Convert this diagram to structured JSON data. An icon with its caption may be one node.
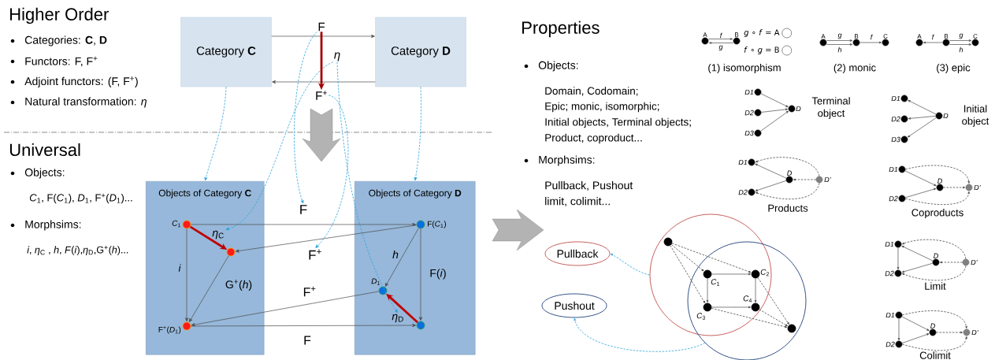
{
  "diagram": {
    "nodes": [
      {
        "text": [
          "Category **C**"
        ]
      },
      {
        "text": [
          "Category **D**"
        ]
      },
      {
        "text": [
          "F"
        ]
      },
      {
        "text": [
          "η"
        ]
      },
      {
        "text": [
          "F$^{+}$"
        ]
      },
      {
        "text": [
          "Objects of Category **C**"
        ]
      },
      {
        "text": [
          "Objects of Category **D**"
        ]
      },
      {
        "text": [],
        "shape": "circle",
        "in": 5,
        "beside": [
          "*C*$_{1}$"
        ]
      },
      {
        "text": [],
        "shape": "circle",
        "in": 5
      },
      {
        "text": [],
        "shape": "circle",
        "in": 5,
        "beside": [
          "F$^{+}$(*D*$_{1}$)"
        ]
      },
      {
        "text": [],
        "shape": "circle",
        "in": 6,
        "beside": [
          "F(*C*$_{1}$)"
        ]
      },
      {
        "text": [],
        "shape": "circle",
        "in": 6,
        "beside": [
          "*D*$_{1}$"
        ]
      },
      {
        "text": [],
        "shape": "circle",
        "in": 6
      },
      {
        "text": [
          "F"
        ]
      },
      {
        "text": [
          "F$^{+}$"
        ]
      },
      {
        "text": [
          "*η*$_{C}$"
        ],
        "in": 5
      },
      {
        "text": [
          "*η*$_{D}$"
        ],
        "in": 6
      },
      {
        "text": [],
        "shape": "circle",
        "beside": [
          "A"
        ]
      },
      {
        "text": [],
        "shape": "circle",
        "beside": [
          "B"
        ]
      },
      {
        "text": [],
        "shape": "circle",
        "beside": [
          "A"
        ]
      },
      {
        "text": [],
        "shape": "circle",
        "beside": [
          "B"
        ]
      },
      {
        "text": [],
        "shape": "circle",
        "beside": [
          "C"
        ]
      },
      {
        "text": [],
        "shape": "circle",
        "beside": [
          "A"
        ]
      },
      {
        "text": [],
        "shape": "circle",
        "beside": [
          "B"
        ]
      },
      {
        "text": [],
        "shape": "circle",
        "beside": [
          "C"
        ]
      },
      {
        "text": [],
        "shape": "circle",
        "beside": [
          "D1"
        ]
      },
      {
        "text": [],
        "shape": "circle",
        "beside": [
          "D2"
        ]
      },
      {
        "text": [],
        "shape": "circle",
        "beside": [
          "D3"
        ]
      },
      {
        "text": [],
        "shape": "circle",
        "beside": [
          "D"
        ]
      },
      {
        "text": [],
        "shape": "circle",
        "beside": [
          "D1"
        ]
      },
      {
        "text": [],
        "shape": "circle",
        "beside": [
          "D2"
        ]
      },
      {
        "text": [],
        "shape": "circle",
        "beside": [
          "D3"
        ]
      },
      {
        "text": [],
        "shape": "circle",
        "beside": [
          "D"
        ]
      },
      {
        "text": [],
        "shape": "circle",
        "beside": [
          "D1"
        ]
      },
      {
        "text": [],
        "shape": "circle",
        "beside": [
          "D2"
        ]
      },
      {
        "text": [],
        "shape": "circle",
        "beside": [
          "D"
        ]
      },
      {
        "text": [],
        "shape": "circle",
        "beside": [
          "D’"
        ]
      },
      {
        "text": [],
        "shape": "circle",
        "beside": [
          "D1"
        ]
      },
      {
        "text": [],
        "shape": "circle",
        "beside": [
          "D2"
        ]
      },
      {
        "text": [],
        "shape": "circle",
        "beside": [
          "D"
        ]
      },
      {
        "text": [],
        "shape": "circle",
        "beside": [
          "D’"
        ]
      },
      {
        "text": [],
        "shape": "circle",
        "beside": [
          "D1"
        ]
      },
      {
        "text": [],
        "shape": "circle",
        "beside": [
          "D2"
        ]
      },
      {
        "text": [],
        "shape": "circle",
        "beside": [
          "D"
        ]
      },
      {
        "text": [],
        "shape": "circle",
        "beside": [
          "D’"
        ]
      },
      {
        "text": [],
        "shape": "circle",
        "beside": [
          "D1"
        ]
      },
      {
        "text": [],
        "shape": "circle",
        "beside": [
          "D2"
        ]
      },
      {
        "text": [],
        "shape": "circle",
        "beside": [
          "D"
        ]
      },
      {
        "text": [],
        "shape": "circle",
        "beside": [
          "D’"
        ]
      },
      {
        "text": [],
        "shape": "circle"
      },
      {
        "text": [],
        "shape": "circle"
      },
      {
        "text": [],
        "shape": "circle",
        "in": 49
      },
      {
        "text": [],
        "shape": "circle",
        "beside": [
          "*C*$_{1}$"
        ]
      },
      {
        "text": [],
        "shape": "circle",
        "beside": [
          "*C*$_{2}$"
        ]
      },
      {
        "text": [],
        "shape": "circle",
        "beside": [
          "*C*$_{3}$"
        ]
      },
      {
        "text": [],
        "shape": "circle",
        "beside": [
          "*C*$_{4}$"
        ]
      },
      {
        "text": [],
        "shape": "circle",
        "in": 50
      },
      {
        "text": [
          "Pullback"
        ]
      },
      {
        "text": [
          "Pushout"
        ]
      }
    ],
    "edges": [
      {
        "from": 0,
        "to": 1,
        "arrow": "to"
      },
      {
        "from": 1,
        "to": 0,
        "arrow": "to"
      },
      {
        "from": 0,
        "to": 5,
        "arrow": "to",
        "style": "dashed",
        "color": "#29a3dc"
      },
      {
        "from": 1,
        "to": 6,
        "arrow": "to",
        "style": "dashed",
        "color": "#29a3dc"
      },
      {
        "from": 2,
        "to": 13,
        "arrow": "to",
        "style": "dashed",
        "color": "#29a3dc"
      },
      {
        "from": 3,
        "to": 15,
        "arrow": "to",
        "style": "dashed",
        "color": "#29a3dc"
      },
      {
        "from": 4,
        "to": 14,
        "arrow": "to",
        "style": "dashed",
        "color": "#29a3dc"
      },
      {
        "from": 3,
        "to": 16,
        "arrow": "to",
        "style": "dashed",
        "color": "#29a3dc"
      },
      {
        "from": 7,
        "to": 10,
        "arrow": "to"
      },
      {
        "from": 10,
        "to": 8,
        "arrow": "to"
      },
      {
        "from": 7,
        "to": 9,
        "arrow": "to",
        "label": "i"
      },
      {
        "from": 7,
        "to": 8,
        "arrow": "to",
        "style": "thick",
        "color": "#c00000"
      },
      {
        "from": 8,
        "to": 9,
        "arrow": "to",
        "label": "G$^{+}$(*h*)"
      },
      {
        "from": 11,
        "to": 9,
        "arrow": "to",
        "label": "F$^{+}$"
      },
      {
        "from": 9,
        "to": 12,
        "arrow": "to",
        "label": "F"
      },
      {
        "from": 10,
        "to": 11,
        "arrow": "to",
        "label": "h"
      },
      {
        "from": 10,
        "to": 12,
        "arrow": "to",
        "label": "F(*i*)"
      },
      {
        "from": 12,
        "to": 11,
        "arrow": "to",
        "style": "thick",
        "color": "#c00000"
      },
      {
        "from": 17,
        "to": 18,
        "arrow": "to",
        "label": "f"
      },
      {
        "from": 18,
        "to": 17,
        "arrow": "to",
        "label": "g"
      },
      {
        "from": 19,
        "to": 20,
        "arrow": "to",
        "label": "g"
      },
      {
        "from": 19,
        "to": 20,
        "arrow": "to",
        "label": "h"
      },
      {
        "from": 20,
        "to": 21,
        "arrow": "to",
        "label": "f"
      },
      {
        "from": 23,
        "to": 22,
        "arrow": "to",
        "label": "f"
      },
      {
        "from": 23,
        "to": 24,
        "arrow": "to",
        "label": "g"
      },
      {
        "from": 23,
        "to": 24,
        "arrow": "to",
        "label": "h"
      },
      {
        "from": 25,
        "to": 28,
        "arrow": "to"
      },
      {
        "from": 26,
        "to": 28,
        "arrow": "to"
      },
      {
        "from": 27,
        "to": 28,
        "arrow": "to"
      },
      {
        "from": 32,
        "to": 29,
        "arrow": "to"
      },
      {
        "from": 32,
        "to": 30,
        "arrow": "to"
      },
      {
        "from": 32,
        "to": 31,
        "arrow": "to"
      },
      {
        "from": 35,
        "to": 33,
        "arrow": "to"
      },
      {
        "from": 35,
        "to": 34,
        "arrow": "to"
      },
      {
        "from": 36,
        "to": 35,
        "arrow": "to",
        "style": "dashed"
      },
      {
        "from": 36,
        "to": 33,
        "arrow": "to",
        "style": "dashed"
      },
      {
        "from": 36,
        "to": 34,
        "arrow": "to",
        "style": "dashed"
      },
      {
        "from": 37,
        "to": 39,
        "arrow": "to"
      },
      {
        "from": 38,
        "to": 39,
        "arrow": "to"
      },
      {
        "from": 39,
        "to": 40,
        "arrow": "to",
        "style": "dashed"
      },
      {
        "from": 37,
        "to": 40,
        "arrow": "to",
        "style": "dashed"
      },
      {
        "from": 38,
        "to": 40,
        "arrow": "to",
        "style": "dashed"
      },
      {
        "from": 43,
        "to": 41,
        "arrow": "to"
      },
      {
        "from": 43,
        "to": 42,
        "arrow": "to"
      },
      {
        "from": 44,
        "to": 43,
        "arrow": "to",
        "style": "dashed"
      },
      {
        "from": 44,
        "to": 41,
        "arrow": "to",
        "style": "dashed"
      },
      {
        "from": 44,
        "to": 42,
        "arrow": "to",
        "style": "dashed"
      },
      {
        "from": 41,
        "to": 42,
        "arrow": "to"
      },
      {
        "from": 45,
        "to": 47,
        "arrow": "to"
      },
      {
        "from": 46,
        "to": 47,
        "arrow": "to"
      },
      {
        "from": 47,
        "to": 48,
        "arrow": "to",
        "style": "dashed"
      },
      {
        "from": 45,
        "to": 48,
        "arrow": "to",
        "style": "dashed"
      },
      {
        "from": 46,
        "to": 48,
        "arrow": "to",
        "style": "dashed"
      },
      {
        "from": 45,
        "to": 46,
        "arrow": "to"
      },
      {
        "from": 52,
        "to": 53,
        "arrow": "to"
      },
      {
        "from": 52,
        "to": 54,
        "arrow": "to"
      },
      {
        "from": 53,
        "to": 55,
        "arrow": "to"
      },
      {
        "from": 54,
        "to": 55,
        "arrow": "to"
      },
      {
        "from": 51,
        "to": 52,
        "arrow": "to",
        "style": "dashed"
      },
      {
        "from": 51,
        "to": 53,
        "arrow": "to",
        "style": "dashed"
      },
      {
        "from": 51,
        "to": 54,
        "arrow": "to",
        "style": "dashed"
      },
      {
        "from": 53,
        "to": 56,
        "arrow": "to",
        "style": "dashed"
      },
      {
        "from": 55,
        "to": 56,
        "arrow": "to",
        "style": "dashed"
      },
      {
        "from": 54,
        "to": 56,
        "arrow": "to",
        "style": "dashed"
      },
      {
        "from": 49,
        "to": 57,
        "arrow": "to",
        "style": "dashed",
        "color": "#29a3dc"
      },
      {
        "from": 50,
        "to": 58,
        "arrow": "to",
        "style": "dashed",
        "color": "#29a3dc"
      },
      {
        "from": 2,
        "to": 4,
        "arrow": "to",
        "style": "thick",
        "color": "#a00000"
      }
    ],
    "labels": [
      "Higher Order",
      "Categories: **C**, **D**",
      "Functors: F, F$^{+}$",
      "Adjoint functors: (F, F$^{+}$)",
      "Natural transformation: *η*",
      "Universal",
      "Objects:",
      "*C*$_{1}$, F(*C*$_{1}$), *D*$_{1}$, F$^{+}$(*D*$_{1}$)...",
      "Morphsims:",
      "*i*, *η*$_{C}$ , *h*, *F*(*i*),*η*$_{D}$,G$^{+}$(*h*)...",
      "Properties",
      "*g* ∘ *f* = A",
      "*f* ∘ *g* = B",
      "Objects:",
      "(1) isomorphism",
      "(2) monic",
      "(3) epic",
      "Domain, Codomain;",
      "Epic; monic, isomorphic;",
      "Initial objects, Terminal objects;",
      "Product, coproduct...",
      "Terminal object",
      "Initial object",
      "Morphsims:",
      "Pullback, Pushout",
      "limit, colimit...",
      "Products",
      "Coproducts",
      "Limit",
      "Colimit"
    ]
  }
}
